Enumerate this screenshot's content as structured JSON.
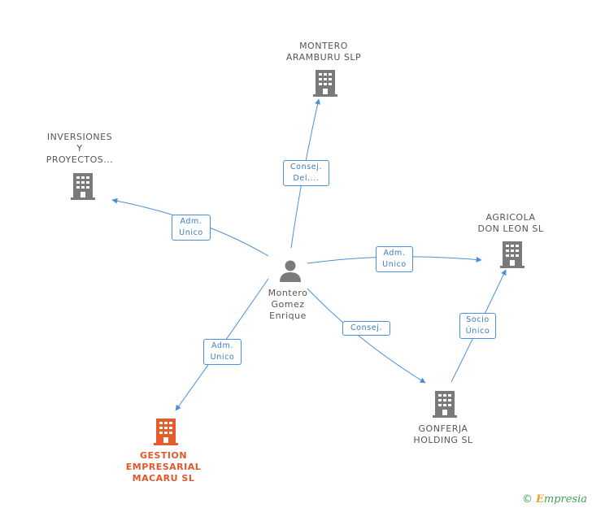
{
  "colors": {
    "edge": "#4a90d9",
    "company_icon": "#7a7a7a",
    "target_icon": "#e65d2c",
    "person_icon": "#7a7a7a",
    "brand_green": "#3aa35a",
    "brand_orange": "#f0a030"
  },
  "nodes": {
    "person": {
      "label": "Montero\nGomez\nEnrique",
      "icon": "person-icon"
    },
    "montero_aramburu": {
      "label": "MONTERO\nARAMBURU SLP",
      "icon": "building-icon"
    },
    "inversiones": {
      "label": "INVERSIONES\nY\nPROYECTOS...",
      "icon": "building-icon"
    },
    "agricola": {
      "label": "AGRICOLA\nDON LEON SL",
      "icon": "building-icon"
    },
    "gonferja": {
      "label": "GONFERJA\nHOLDING SL",
      "icon": "building-icon"
    },
    "gestion": {
      "label": "GESTION\nEMPRESARIAL\nMACARU SL",
      "icon": "building-icon"
    }
  },
  "edges": {
    "to_montero_aramburu": "Consej.\nDel....",
    "to_inversiones": "Adm.\nUnico",
    "to_agricola": "Adm.\nUnico",
    "to_gonferja": "Consej.",
    "gonferja_to_agricola": "Socio\nÚnico",
    "to_gestion": "Adm.\nUnico"
  },
  "footer": {
    "copyright": "©",
    "brand_initial": "E",
    "brand_rest": "mpresia"
  }
}
